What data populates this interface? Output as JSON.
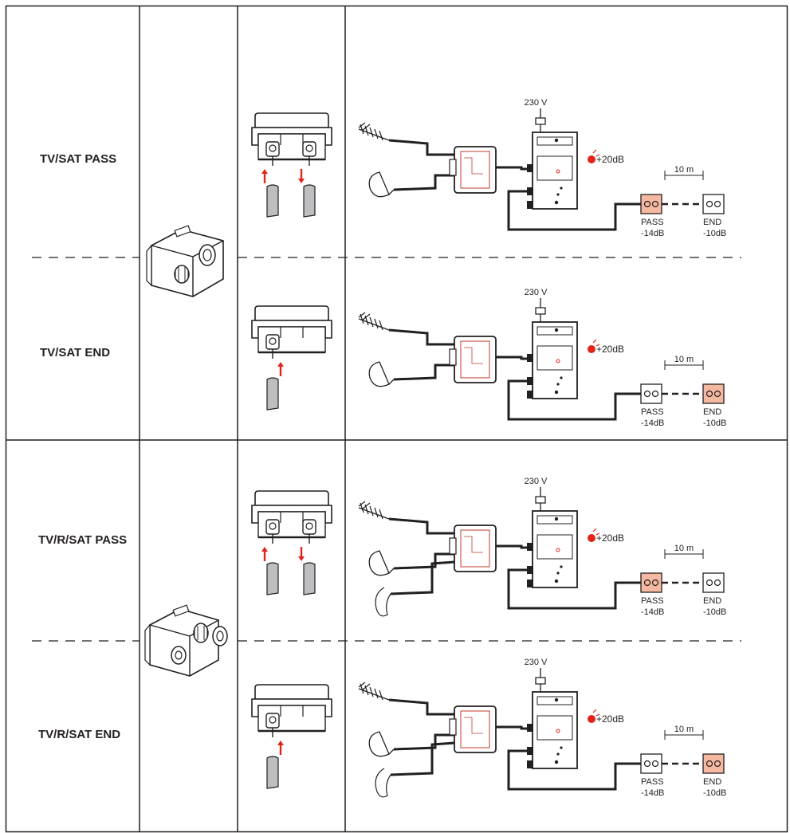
{
  "rows": [
    {
      "label": "TV/SAT PASS"
    },
    {
      "label": "TV/SAT END"
    },
    {
      "label": "TV/R/SAT PASS"
    },
    {
      "label": "TV/R/SAT END"
    }
  ],
  "diagram": {
    "voltage": "230 V",
    "gain": "+20dB",
    "distance": "10 m",
    "pass_label": "PASS",
    "pass_db": "-14dB",
    "end_label": "END",
    "end_db": "-10dB"
  },
  "colors": {
    "line": "#231f20",
    "arrow": "#e2231a",
    "highlight": "#f4b9a0",
    "gain_dot": "#e2231a"
  }
}
